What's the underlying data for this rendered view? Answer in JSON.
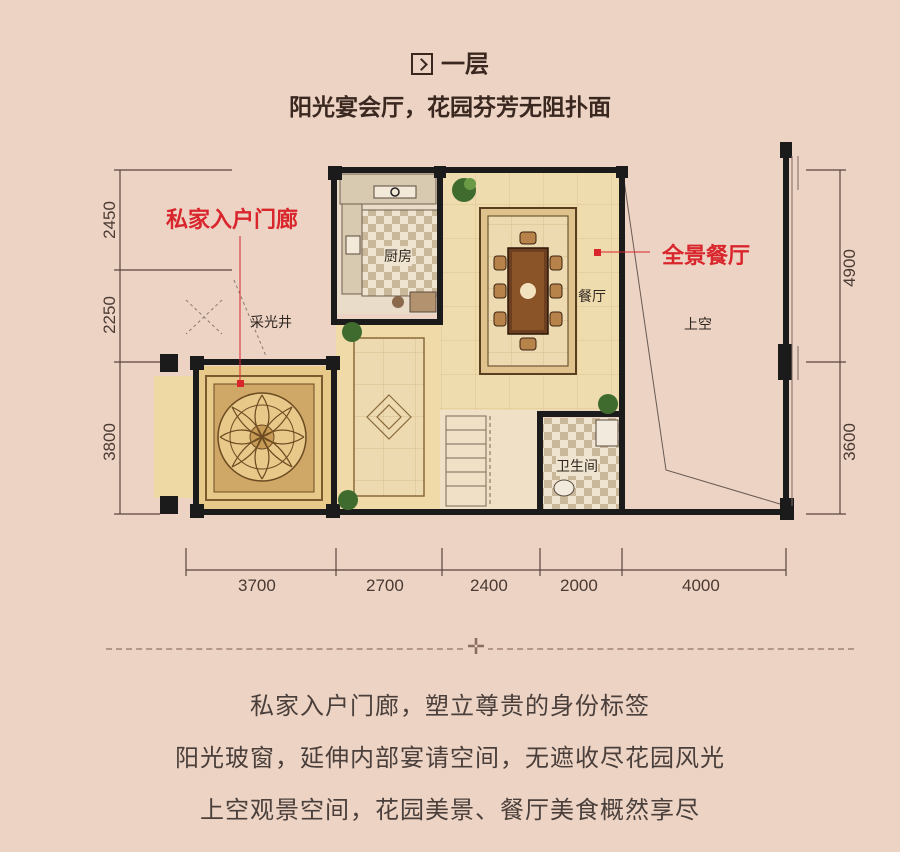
{
  "header": {
    "floor_title": "一层",
    "subtitle": "阳光宴会厅，花园芬芳无阻扑面"
  },
  "callouts": {
    "entry_corridor": "私家入户门廊",
    "panoramic_dining": "全景餐厅"
  },
  "rooms": {
    "kitchen": "厨房",
    "light_well": "采光井",
    "dining": "餐厅",
    "void": "上空",
    "bathroom": "卫生间"
  },
  "dimensions": {
    "left": [
      "2450",
      "2250",
      "3800"
    ],
    "right": [
      "4900",
      "3600"
    ],
    "bottom": [
      "3700",
      "2700",
      "2400",
      "2000",
      "4000"
    ]
  },
  "description": [
    "私家入户门廊，塑立尊贵的身份标签",
    "阳光玻窗，延伸内部宴请空间，无遮收尽花园风光",
    "上空观景空间，花园美景、餐厅美食概然享尽"
  ],
  "colors": {
    "background": "#ecd3c4",
    "wall": "#1a1a1a",
    "floor_tile": "#e8d6a8",
    "accent_red": "#d9262c"
  }
}
